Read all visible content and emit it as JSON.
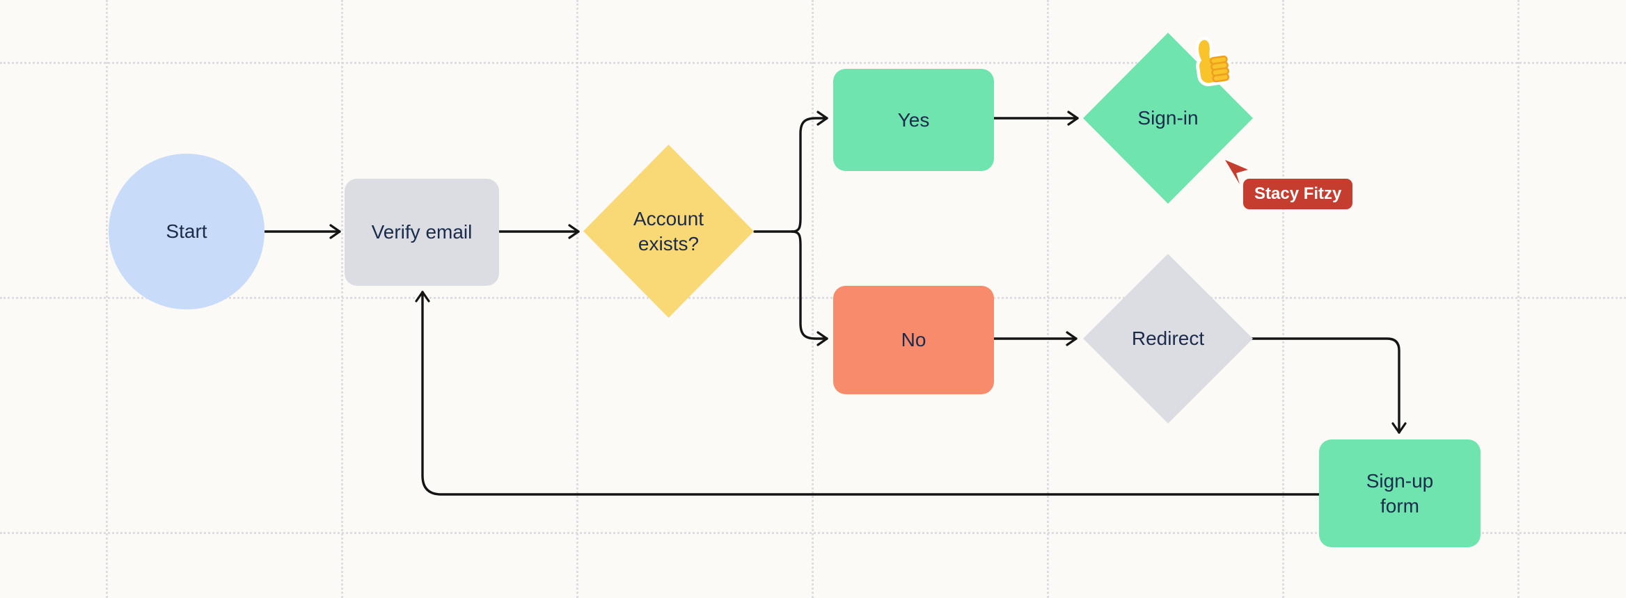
{
  "canvas": {
    "background_color": "#FBFAF7",
    "grid_color": "#D9D9DE"
  },
  "style": {
    "node_text_color": "#1A2B4C",
    "edge_color": "#141414"
  },
  "nodes": {
    "start": {
      "label": "Start",
      "shape": "circle",
      "fill": "#C8DBF8"
    },
    "verify_email": {
      "label": "Verify email",
      "shape": "rounded-rect",
      "fill": "#DCDDE2"
    },
    "account_exists": {
      "label": "Account exists?",
      "shape": "diamond",
      "fill": "#F9D876"
    },
    "yes": {
      "label": "Yes",
      "shape": "rounded-rect",
      "fill": "#6FE4AE"
    },
    "no": {
      "label": "No",
      "shape": "rounded-rect",
      "fill": "#F78B6B"
    },
    "sign_in": {
      "label": "Sign-in",
      "shape": "diamond",
      "fill": "#6FE4AE"
    },
    "redirect": {
      "label": "Redirect",
      "shape": "diamond",
      "fill": "#DCDDE2"
    },
    "sign_up_form": {
      "label": "Sign-up form",
      "shape": "rounded-rect",
      "fill": "#6FE4AE"
    }
  },
  "edges": [
    {
      "from": "Start",
      "to": "Verify email"
    },
    {
      "from": "Verify email",
      "to": "Account exists?"
    },
    {
      "from": "Account exists?",
      "to": "Yes"
    },
    {
      "from": "Account exists?",
      "to": "No"
    },
    {
      "from": "Yes",
      "to": "Sign-in"
    },
    {
      "from": "No",
      "to": "Redirect"
    },
    {
      "from": "Redirect",
      "to": "Sign-up form"
    },
    {
      "from": "Sign-up form",
      "to": "Verify email"
    }
  ],
  "collaborator_cursor": {
    "name": "Stacy Fitzy",
    "color": "#C43D2E",
    "text_color": "#FFFFFF"
  },
  "sticker": {
    "name": "thumbs-up-emoji",
    "body_color": "#F9C32B",
    "outline_color": "#EFA01F"
  }
}
